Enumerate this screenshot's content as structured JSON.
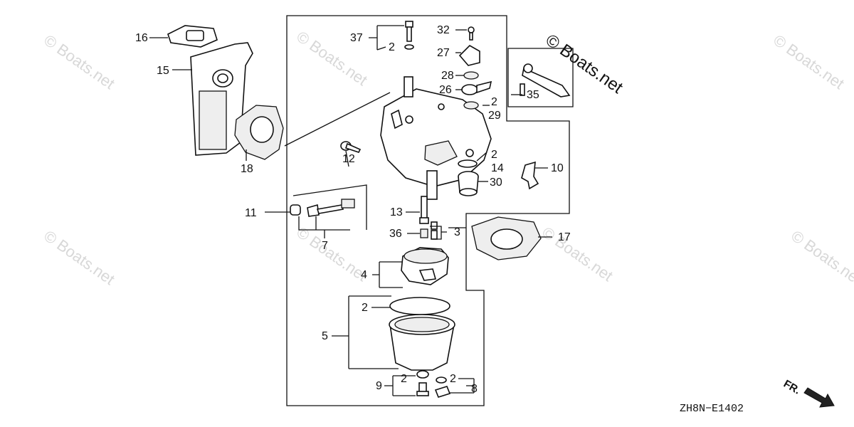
{
  "watermark_text": "© Boats.net",
  "diagram_code": "ZH8N−E1402",
  "front_indicator": "FR.",
  "callouts": {
    "c2": "2",
    "c3": "3",
    "c4": "4",
    "c5": "5",
    "c7": "7",
    "c8": "8",
    "c9": "9",
    "c10": "10",
    "c11": "11",
    "c12": "12",
    "c13": "13",
    "c14": "14",
    "c15": "15",
    "c16": "16",
    "c17": "17",
    "c18": "18",
    "c26": "26",
    "c27": "27",
    "c28": "28",
    "c29": "29",
    "c30": "30",
    "c32": "32",
    "c35": "35",
    "c36": "36",
    "c37": "37"
  },
  "icons": [
    "carburetor-body",
    "float-bowl",
    "float",
    "gasket",
    "arrow-right"
  ]
}
